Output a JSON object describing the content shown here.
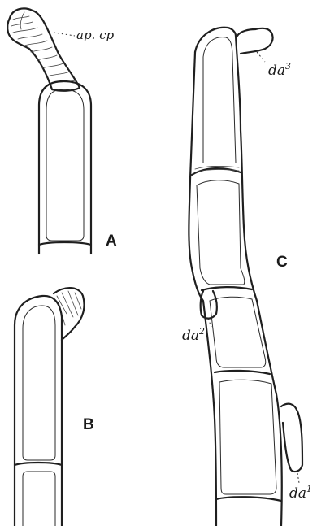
{
  "figure": {
    "labels": {
      "ap_cp": "ap. cp",
      "da3_base": "da",
      "da3_sup": "3",
      "da2_base": "da",
      "da2_sup": "2",
      "da1_base": "da",
      "da1_sup": "1"
    },
    "panels": {
      "a": "A",
      "b": "B",
      "c": "C"
    }
  }
}
